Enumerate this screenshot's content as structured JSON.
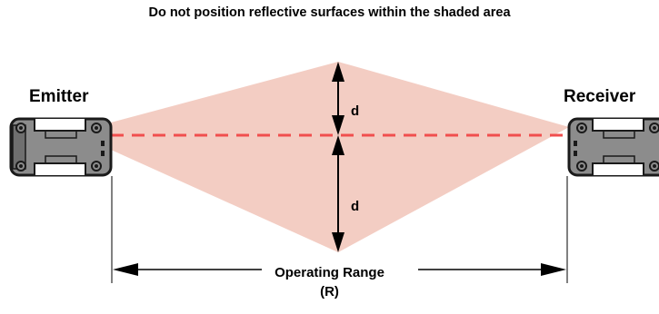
{
  "title": "Do not position reflective surfaces within the shaded area",
  "devices": {
    "emitter_label": "Emitter",
    "receiver_label": "Receiver"
  },
  "distance_labels": {
    "top": "d",
    "bottom": "d"
  },
  "range": {
    "label_line1": "Operating Range",
    "label_line2": "(R)"
  },
  "colors": {
    "shaded_area": "#f3cdc3",
    "beam": "#f04e4e",
    "device_body": "#8c8c8c",
    "device_edge": "#1a1a1a",
    "arrow": "#000000"
  }
}
